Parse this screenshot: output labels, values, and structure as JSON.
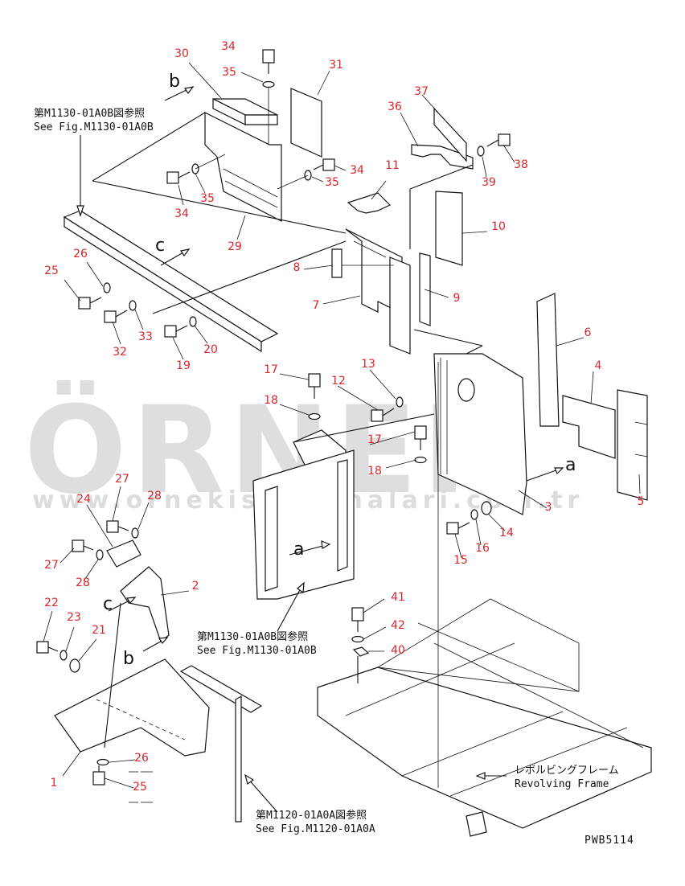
{
  "watermark": {
    "brand": "ÖRNEK",
    "url": "www.ornekismakinalari.com.tr",
    "accent_color": "#e3c24a",
    "text_color": "#d9d9d9"
  },
  "references": {
    "ref_top": {
      "jp": "第M1130-01A0B図参照",
      "en": "See Fig.M1130-01A0B"
    },
    "ref_mid": {
      "jp": "第M1130-01A0B図参照",
      "en": "See Fig.M1130-01A0B"
    },
    "ref_bottom": {
      "jp": "第M1120-01A0A図参照",
      "en": "See Fig.M1120-01A0A"
    },
    "revolving_frame": {
      "jp": "レボルビングフレーム",
      "en": "Revolving Frame"
    }
  },
  "drawing_code": "PWB5114",
  "view_letters": {
    "b_top": "b",
    "c_top": "c",
    "a_right": "a",
    "a_mid": "a",
    "c_left": "c",
    "b_left": "b"
  },
  "callouts": [
    {
      "id": "c30",
      "label": "30"
    },
    {
      "id": "c34a",
      "label": "34"
    },
    {
      "id": "c35a",
      "label": "35"
    },
    {
      "id": "c31",
      "label": "31"
    },
    {
      "id": "c37",
      "label": "37"
    },
    {
      "id": "c36",
      "label": "36"
    },
    {
      "id": "c38",
      "label": "38"
    },
    {
      "id": "c39",
      "label": "39"
    },
    {
      "id": "c34b",
      "label": "34"
    },
    {
      "id": "c35b",
      "label": "35"
    },
    {
      "id": "c11",
      "label": "11"
    },
    {
      "id": "c34c",
      "label": "34"
    },
    {
      "id": "c35c",
      "label": "35"
    },
    {
      "id": "c10",
      "label": "10"
    },
    {
      "id": "c29",
      "label": "29"
    },
    {
      "id": "c26a",
      "label": "26"
    },
    {
      "id": "c25a",
      "label": "25"
    },
    {
      "id": "c8",
      "label": "8"
    },
    {
      "id": "c9",
      "label": "9"
    },
    {
      "id": "c7",
      "label": "7"
    },
    {
      "id": "c32",
      "label": "32"
    },
    {
      "id": "c33",
      "label": "33"
    },
    {
      "id": "c20",
      "label": "20"
    },
    {
      "id": "c19",
      "label": "19"
    },
    {
      "id": "c6",
      "label": "6"
    },
    {
      "id": "c17a",
      "label": "17"
    },
    {
      "id": "c13",
      "label": "13"
    },
    {
      "id": "c12",
      "label": "12"
    },
    {
      "id": "c4",
      "label": "4"
    },
    {
      "id": "c18a",
      "label": "18"
    },
    {
      "id": "c17b",
      "label": "17"
    },
    {
      "id": "c18b",
      "label": "18"
    },
    {
      "id": "c27a",
      "label": "27"
    },
    {
      "id": "c28a",
      "label": "28"
    },
    {
      "id": "c24",
      "label": "24"
    },
    {
      "id": "c3",
      "label": "3"
    },
    {
      "id": "c5",
      "label": "5"
    },
    {
      "id": "c27b",
      "label": "27"
    },
    {
      "id": "c28b",
      "label": "28"
    },
    {
      "id": "c14",
      "label": "14"
    },
    {
      "id": "c16",
      "label": "16"
    },
    {
      "id": "c15",
      "label": "15"
    },
    {
      "id": "c2",
      "label": "2"
    },
    {
      "id": "c22",
      "label": "22"
    },
    {
      "id": "c23",
      "label": "23"
    },
    {
      "id": "c21",
      "label": "21"
    },
    {
      "id": "c41",
      "label": "41"
    },
    {
      "id": "c42",
      "label": "42"
    },
    {
      "id": "c40",
      "label": "40"
    },
    {
      "id": "c26b",
      "label": "26"
    },
    {
      "id": "c1",
      "label": "1"
    },
    {
      "id": "c25b",
      "label": "25"
    }
  ]
}
